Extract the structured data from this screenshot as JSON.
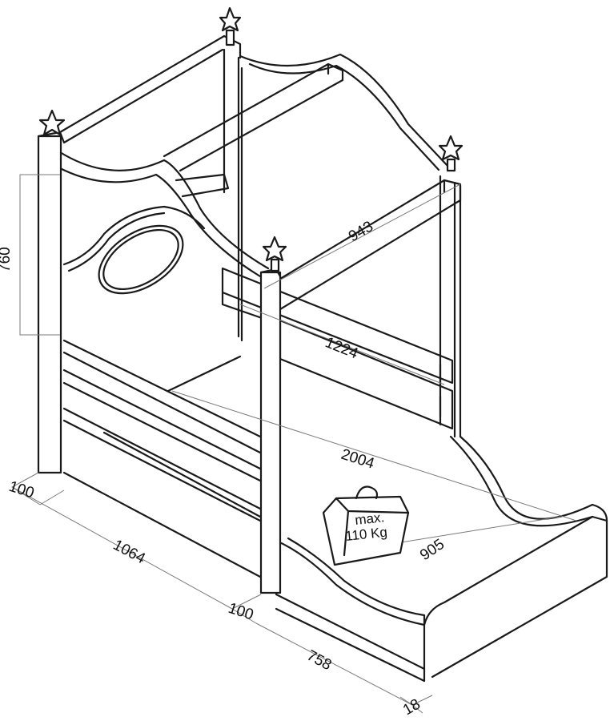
{
  "dimensions": {
    "height_760": "760",
    "width_943": "943",
    "rail_1224": "1224",
    "length_2004": "2004",
    "inner_905": "905",
    "foot_100_left": "100",
    "side_1064": "1064",
    "foot_100_mid": "100",
    "front_758": "758",
    "thick_18": "18"
  },
  "weight_label": {
    "line1": "max.",
    "line2": "110 Kg"
  }
}
